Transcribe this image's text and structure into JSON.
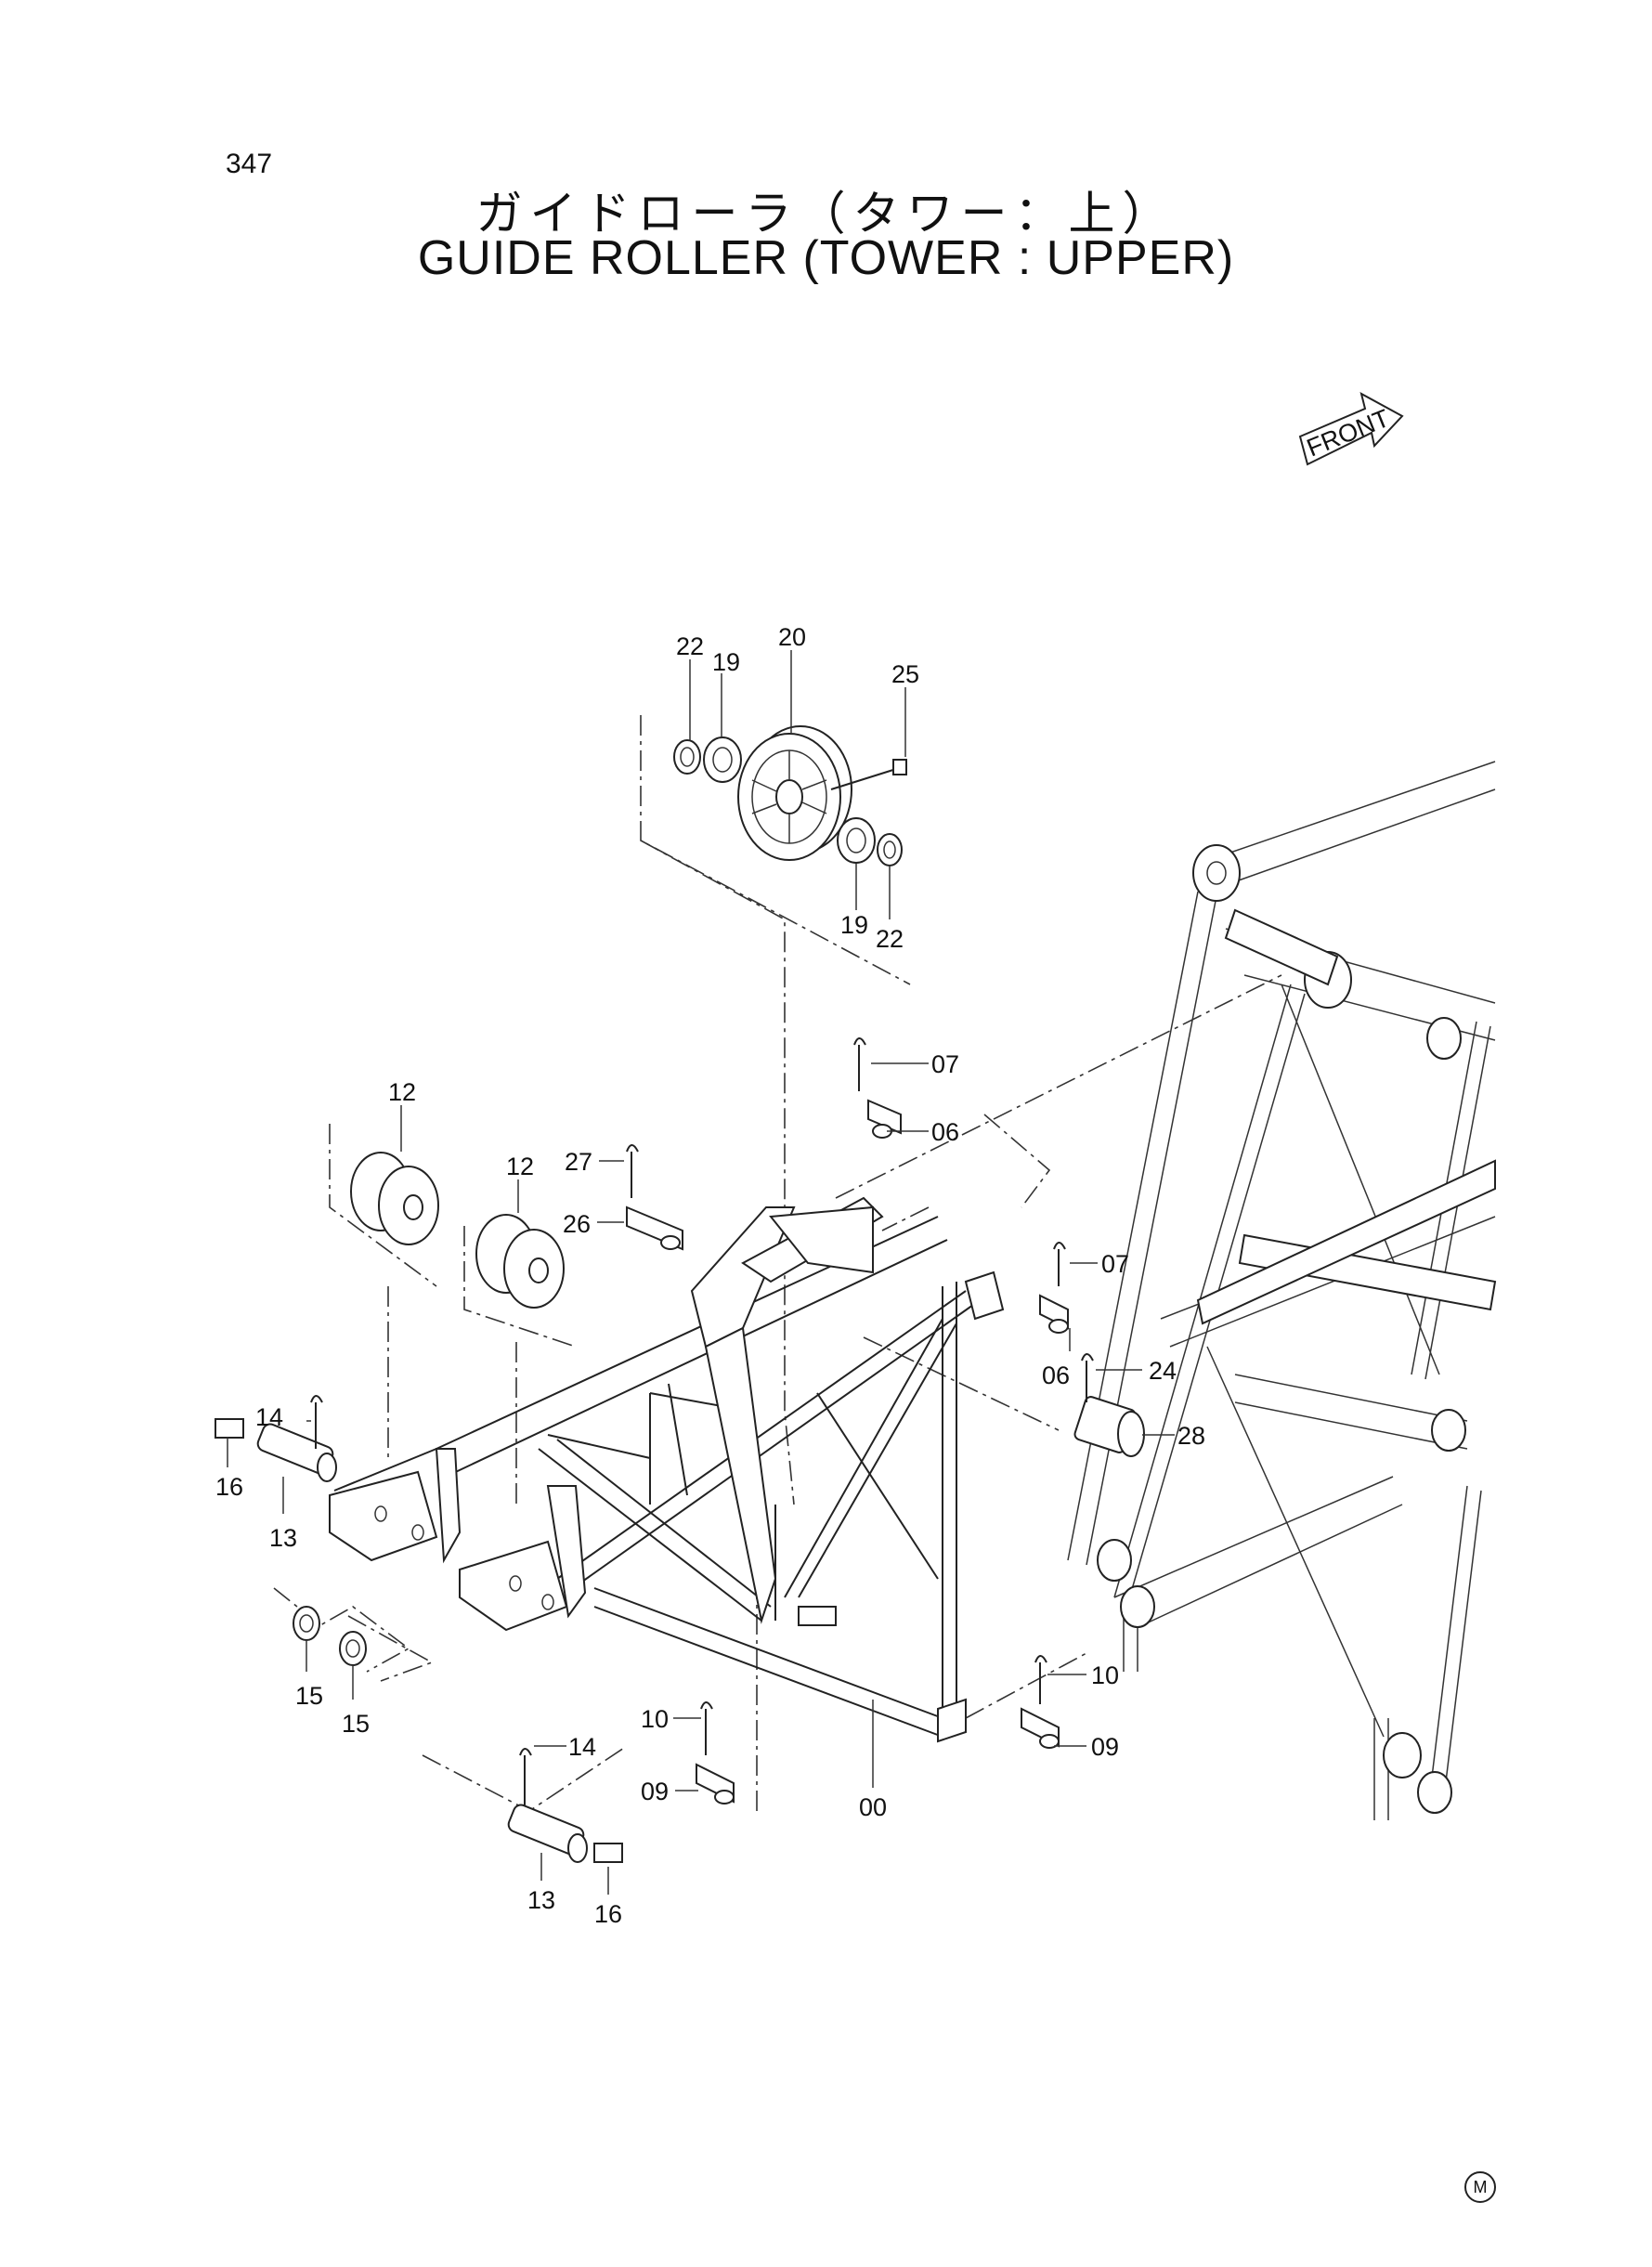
{
  "page_number": "347",
  "title_jp": "ガイドローラ（タワー：上）",
  "title_en": "GUIDE ROLLER (TOWER : UPPER)",
  "front_label": "FRONT",
  "maker_mark": "M",
  "part_labels": {
    "p22a": "22",
    "p19a": "19",
    "p20": "20",
    "p25": "25",
    "p19b": "19",
    "p22b": "22",
    "p07a": "07",
    "p06a": "06",
    "p12a": "12",
    "p12b": "12",
    "p27": "27",
    "p26": "26",
    "p07b": "07",
    "p06b": "06",
    "p24": "24",
    "p28": "28",
    "p14a": "14",
    "p16a": "16",
    "p13a": "13",
    "p15a": "15",
    "p15b": "15",
    "p10a": "10",
    "p09a": "09",
    "p14b": "14",
    "p10b": "10",
    "p09b": "09",
    "p00": "00",
    "p13b": "13",
    "p16b": "16"
  }
}
